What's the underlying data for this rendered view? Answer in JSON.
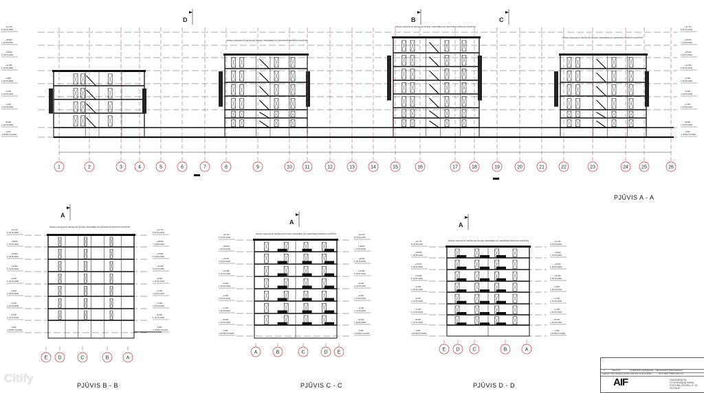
{
  "sections": {
    "aa": {
      "title": "PJŪVIS A - A"
    },
    "bb": {
      "title": "PJŪVIS B - B"
    },
    "cc": {
      "title": "PJŪVIS C - C"
    },
    "dd": {
      "title": "PJŪVIS D - D"
    }
  },
  "grid_axes_aa": [
    "1",
    "2",
    "3",
    "4",
    "5",
    "6",
    "7",
    "8",
    "9",
    "10",
    "11",
    "12",
    "13",
    "14",
    "15",
    "16",
    "17",
    "18",
    "19",
    "20",
    "21",
    "22",
    "23",
    "24",
    "25",
    "26"
  ],
  "grid_axes_bb": [
    "E",
    "D",
    "C",
    "B",
    "A"
  ],
  "grid_axes_cc": [
    "A",
    "B",
    "C",
    "D",
    "E"
  ],
  "grid_axes_dd": [
    "E",
    "D",
    "C",
    "B",
    "A"
  ],
  "section_markers": {
    "d": "D",
    "b": "B",
    "c": "C",
    "a_bb": "A",
    "a_cc": "A",
    "a_dd": "A"
  },
  "levels": [
    {
      "elev": "+21.700",
      "name": "8. AS PLANAS"
    },
    {
      "elev": "+18.600",
      "name": "7. AS PLANAS"
    },
    {
      "elev": "+15.500",
      "name": "6. AS PLANAS"
    },
    {
      "elev": "+12.400",
      "name": "5. AS PLANAS"
    },
    {
      "elev": "+9.300",
      "name": "4. AS PLANAS"
    },
    {
      "elev": "+6.200",
      "name": "3. AS PLANAS"
    },
    {
      "elev": "+3.100",
      "name": "2. AS PLANAS"
    },
    {
      "elev": "±0.000",
      "name": "1. AS PLANAS"
    },
    {
      "elev": "-3.000",
      "name": "-1 RŪSIO PLANAS"
    }
  ],
  "plan_note": "PAGAL DALIGAUTĮ DETALŲJĮ PLANĄ: MAKSIMALUS LEISTINAS PASTATO AUKŠTIS",
  "title_block": {
    "rev": "0",
    "date": "08/2021",
    "status": "Projektinis pasiūlymas. Visuomenės informavimui",
    "h_laida": "LAIDA",
    "h_date": "IŠLEIDIMO DATA",
    "h_status": "LAIDOS STATUSAS",
    "h_reason": "KEITIMO PRIEŽASTIS",
    "logo": "AIF",
    "project": "DAUGIABUČIŲ GYVENAMŲJŲ NAMŲ STATYBA VISORIŲ G. 20, VILNIUJE"
  },
  "watermark": "Citify",
  "colors": {
    "grid": "#b0413e",
    "line": "#111111",
    "dash": "#555555"
  }
}
